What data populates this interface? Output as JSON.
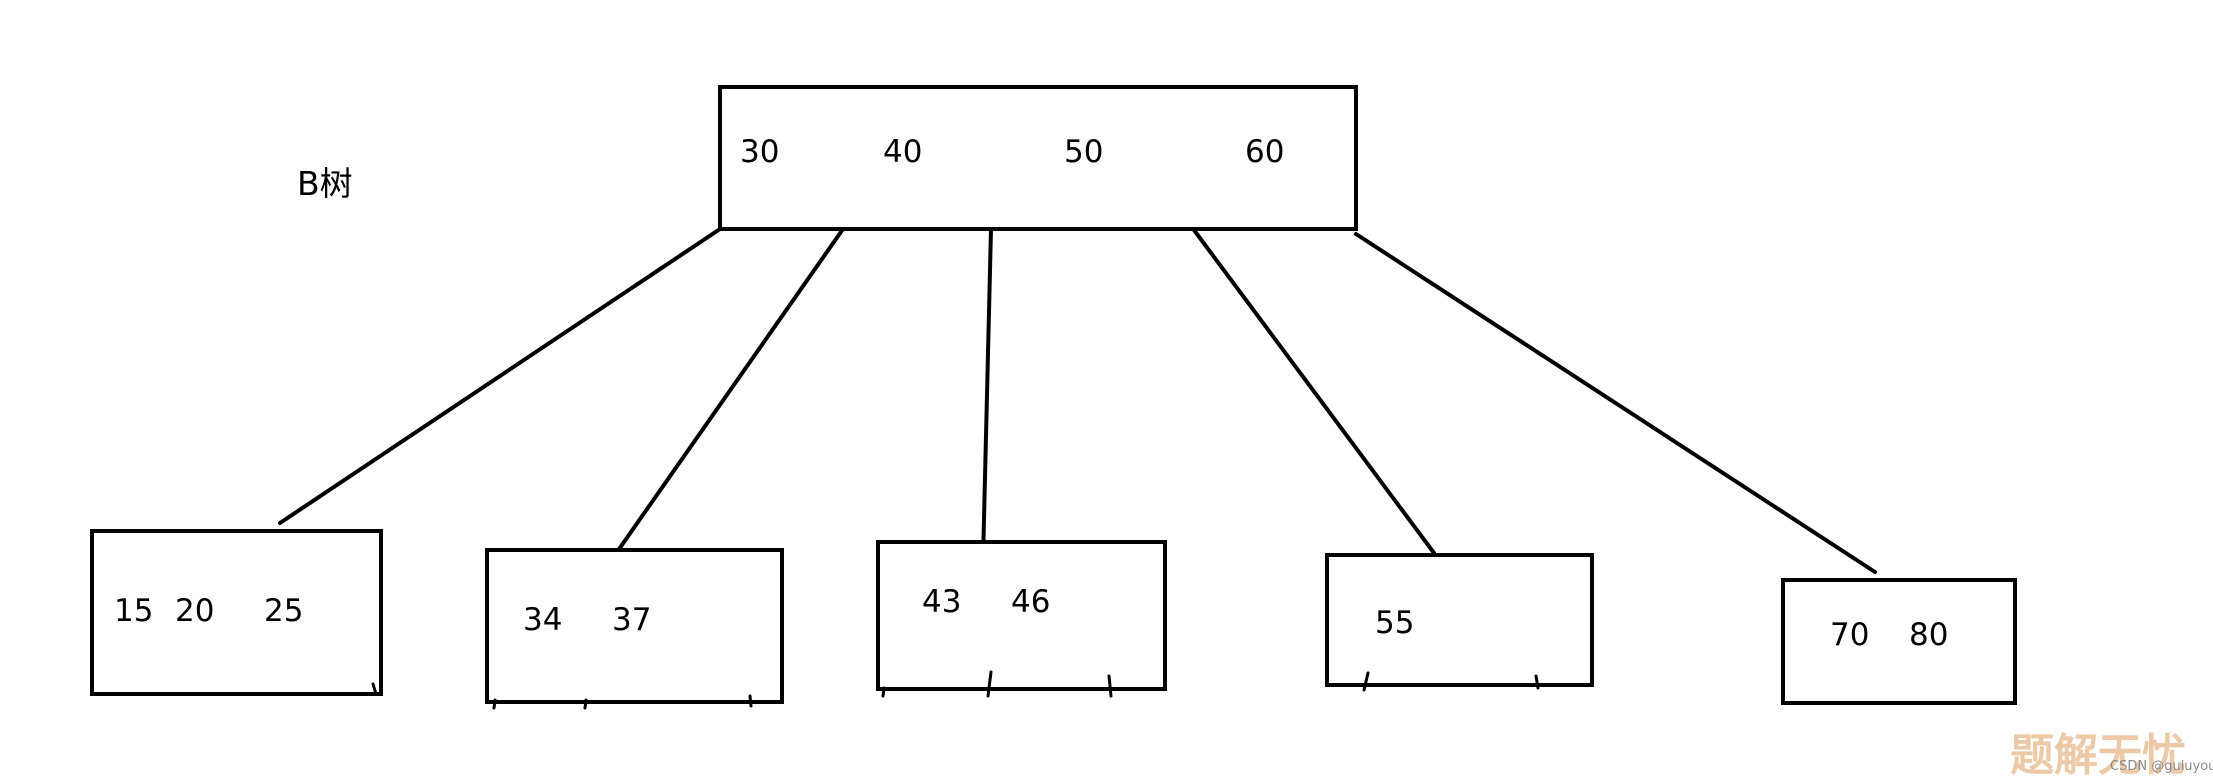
{
  "title": "B树",
  "root": {
    "keys": [
      "30",
      "40",
      "50",
      "60"
    ]
  },
  "children": [
    {
      "keys": [
        "15",
        "20",
        "25"
      ]
    },
    {
      "keys": [
        "34",
        "37"
      ]
    },
    {
      "keys": [
        "43",
        "46"
      ]
    },
    {
      "keys": [
        "55"
      ]
    },
    {
      "keys": [
        "70",
        "80"
      ]
    }
  ],
  "watermark": {
    "site_text": "题解无忧",
    "small_text": "CSDN @guluyou"
  },
  "colors": {
    "stroke": "#000000",
    "background": "#ffffff",
    "watermark": "#e8b98a"
  }
}
